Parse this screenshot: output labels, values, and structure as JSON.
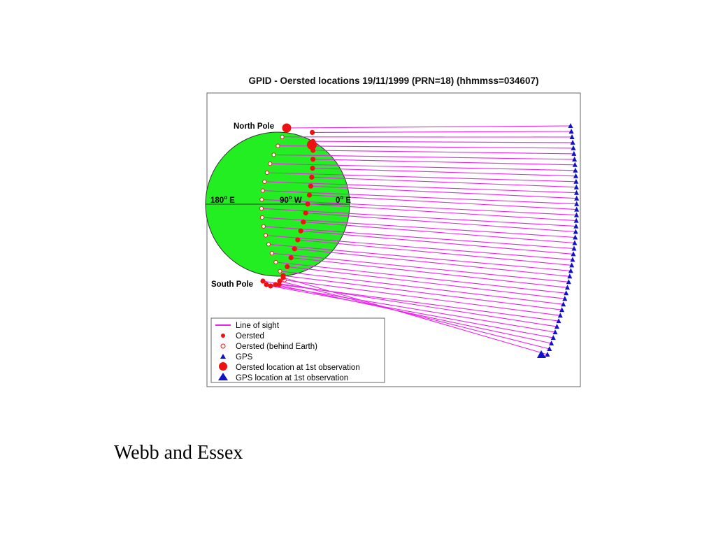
{
  "figure": {
    "title": "GPID - Oersted locations 19/11/1999 (PRN=18) (hhmmss=034607)"
  },
  "labels": {
    "north_pole": "North Pole",
    "south_pole": "South Pole",
    "lon_180": "180",
    "lon_180_unit": "E",
    "lon_90": "90",
    "lon_90_unit": "W",
    "lon_0": "0",
    "lon_0_unit": "E",
    "degree_sign": "o"
  },
  "legend": {
    "items": [
      {
        "label": "Line of sight",
        "symbol": "line"
      },
      {
        "label": "Oersted",
        "symbol": "dot"
      },
      {
        "label": "Oersted (behind Earth)",
        "symbol": "open-dot"
      },
      {
        "label": "GPS",
        "symbol": "triangle"
      },
      {
        "label": "Oersted location at 1st observation",
        "symbol": "big-dot"
      },
      {
        "label": "GPS location at 1st observation",
        "symbol": "big-triangle"
      }
    ]
  },
  "colors": {
    "earth": "#22ee22",
    "line_of_sight": "#ee22ee",
    "oersted": "#ee1111",
    "gps": "#1111cc",
    "frame": "#555555"
  },
  "credit": "Webb and Essex"
}
